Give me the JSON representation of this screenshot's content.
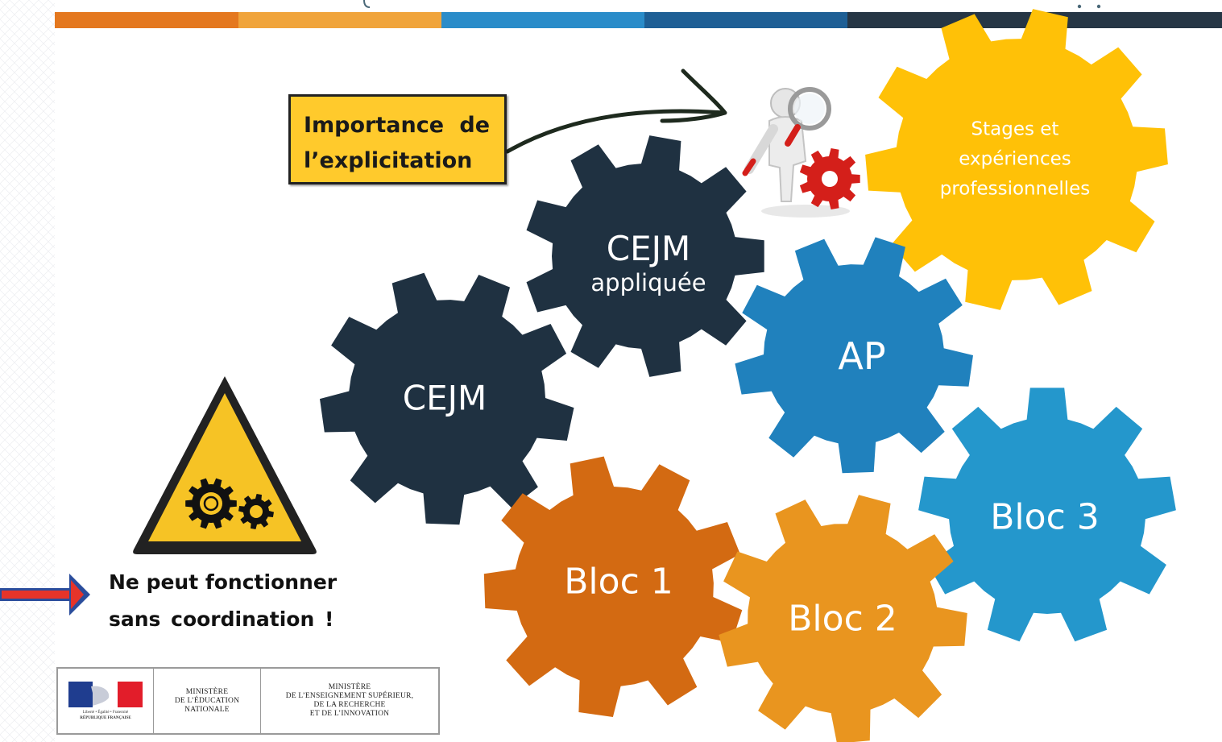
{
  "colors": {
    "dark_gear": "#1f3141",
    "ap_blue": "#2081bd",
    "bloc3_blue": "#2497cc",
    "bloc1_orange": "#d36a12",
    "bloc2_orange": "#e9951f",
    "stages_yellow": "#ffc107",
    "callout_yellow": "#ffca2c",
    "arrow_red": "#e5342a",
    "arrow_blue": "#2b4d9c",
    "top_bar": [
      "#e4781f",
      "#f0a43b",
      "#2a8cc9",
      "#1e5f95",
      "#263645"
    ]
  },
  "gears": {
    "cejm_appliquee": {
      "title": "CEJM",
      "subtitle": "appliquée"
    },
    "cejm": {
      "label": "CEJM"
    },
    "ap": {
      "label": "AP"
    },
    "bloc1": {
      "label": "Bloc 1"
    },
    "bloc2": {
      "label": "Bloc 2"
    },
    "bloc3": {
      "label": "Bloc 3"
    },
    "stages": {
      "line1": "Stages et",
      "line2": "expériences",
      "line3": "professionnelles"
    }
  },
  "callout": {
    "line1": "Importance de",
    "line2": "l’explicitation"
  },
  "warning": {
    "line1": "Ne peut fonctionner",
    "line2": "sans coordination !"
  },
  "icons": {
    "search": "magnifier-figure-icon",
    "warning": "warning-gears-icon",
    "arrow": "red-arrow-icon"
  },
  "logos": {
    "republique": "RÉPUBLIQUE FRANÇAISE",
    "republique_motto": "Liberté • Égalité • Fraternité",
    "ministry1": "MINISTÈRE\nDE L’ÉDUCATION\nNATIONALE",
    "ministry2": "MINISTÈRE\nDE L’ENSEIGNEMENT SUPÉRIEUR,\nDE LA RECHERCHE\nET DE L’INNOVATION"
  }
}
